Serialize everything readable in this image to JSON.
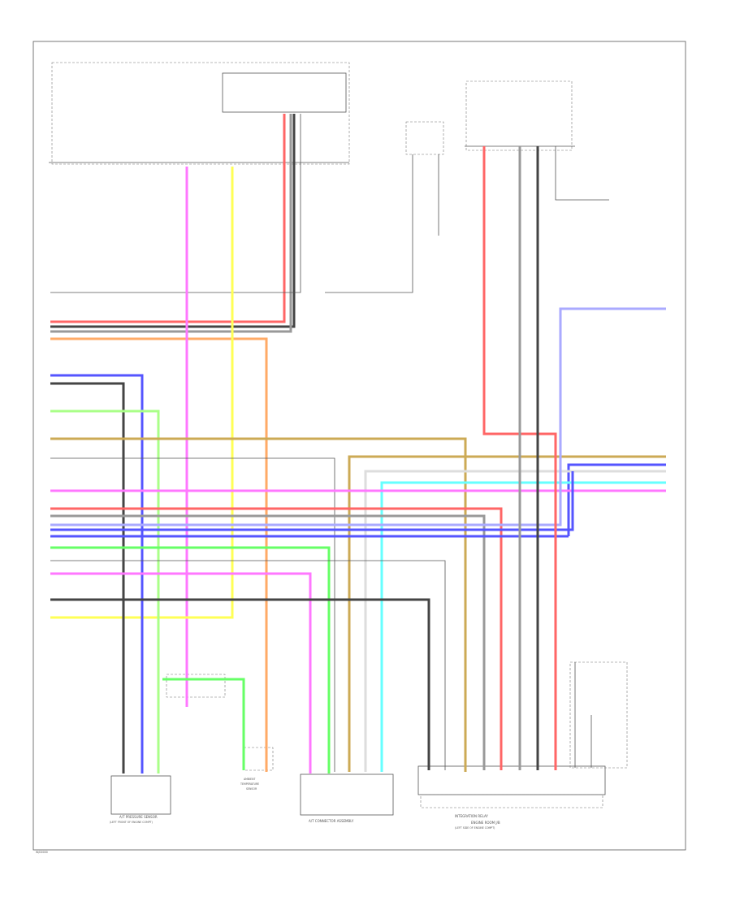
{
  "diagram": {
    "title": "",
    "colors": {
      "black": "#444444",
      "red": "#ff6666",
      "pink": "#ff77ff",
      "yellow": "#ffff55",
      "green": "#66ff66",
      "lightgreen": "#aaff88",
      "blue": "#5555ff",
      "lightblue": "#aaaaff",
      "orange": "#ffaa66",
      "tan": "#ccaa55",
      "gray": "#999999",
      "white": "#dddddd",
      "cyan": "#66ffff"
    },
    "labels": {
      "comp_bottom_left_1": "A/T PRESSURE SENSOR",
      "comp_bottom_left_2": "(LEFT FRONT OF ENGINE COMPT)",
      "comp_bottom_mid_1": "AMBIENT",
      "comp_bottom_mid_2": "TEMPERATURE",
      "comp_bottom_mid_3": "SENSOR",
      "comp_bottom_center": "A/T CONNECTOR ASSEMBLY",
      "comp_bottom_right_1": "INTEGRATION RELAY",
      "comp_bottom_right_2": "ENGINE ROOM J/B",
      "comp_bottom_right_3": "(LEFT SIDE OF ENGINE COMPT)",
      "page_ref": "W/D0000"
    }
  }
}
